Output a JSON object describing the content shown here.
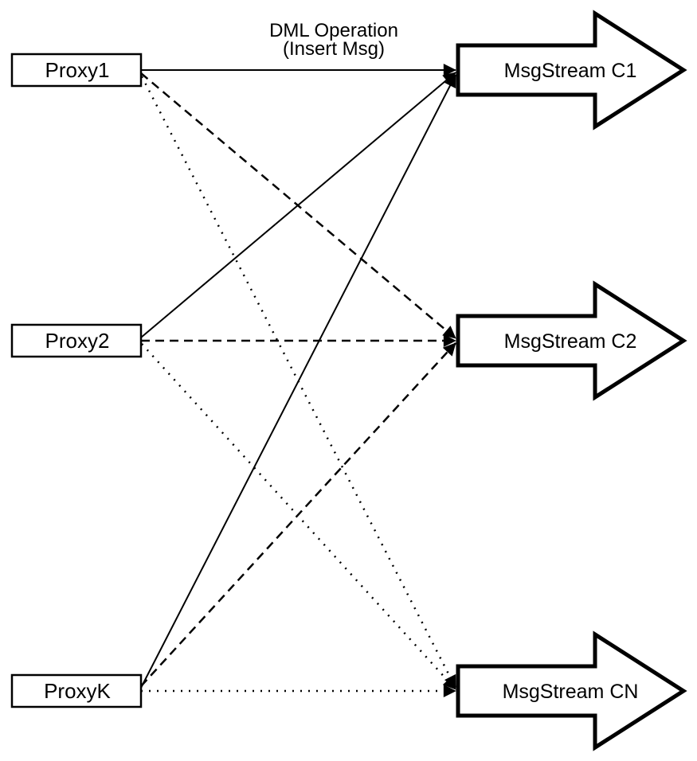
{
  "diagram": {
    "type": "flow-diagram",
    "dml_label": {
      "line1": "DML Operation",
      "line2": "(Insert Msg)"
    },
    "proxies": [
      {
        "label": "Proxy1"
      },
      {
        "label": "Proxy2"
      },
      {
        "label": "ProxyK"
      }
    ],
    "streams": [
      {
        "label": "MsgStream C1"
      },
      {
        "label": "MsgStream C2"
      },
      {
        "label": "MsgStream CN"
      }
    ],
    "edges": [
      {
        "from": "Proxy1",
        "to": "MsgStream C1",
        "style": "solid",
        "label": "DML Operation (Insert Msg)"
      },
      {
        "from": "Proxy2",
        "to": "MsgStream C1",
        "style": "solid"
      },
      {
        "from": "ProxyK",
        "to": "MsgStream C1",
        "style": "solid"
      },
      {
        "from": "Proxy1",
        "to": "MsgStream C2",
        "style": "dashed"
      },
      {
        "from": "Proxy2",
        "to": "MsgStream C2",
        "style": "dashed"
      },
      {
        "from": "ProxyK",
        "to": "MsgStream C2",
        "style": "dashed"
      },
      {
        "from": "Proxy1",
        "to": "MsgStream CN",
        "style": "dotted"
      },
      {
        "from": "Proxy2",
        "to": "MsgStream CN",
        "style": "dotted"
      },
      {
        "from": "ProxyK",
        "to": "MsgStream CN",
        "style": "dotted"
      }
    ],
    "colors": {
      "line": "#000000",
      "background": "#ffffff"
    }
  }
}
